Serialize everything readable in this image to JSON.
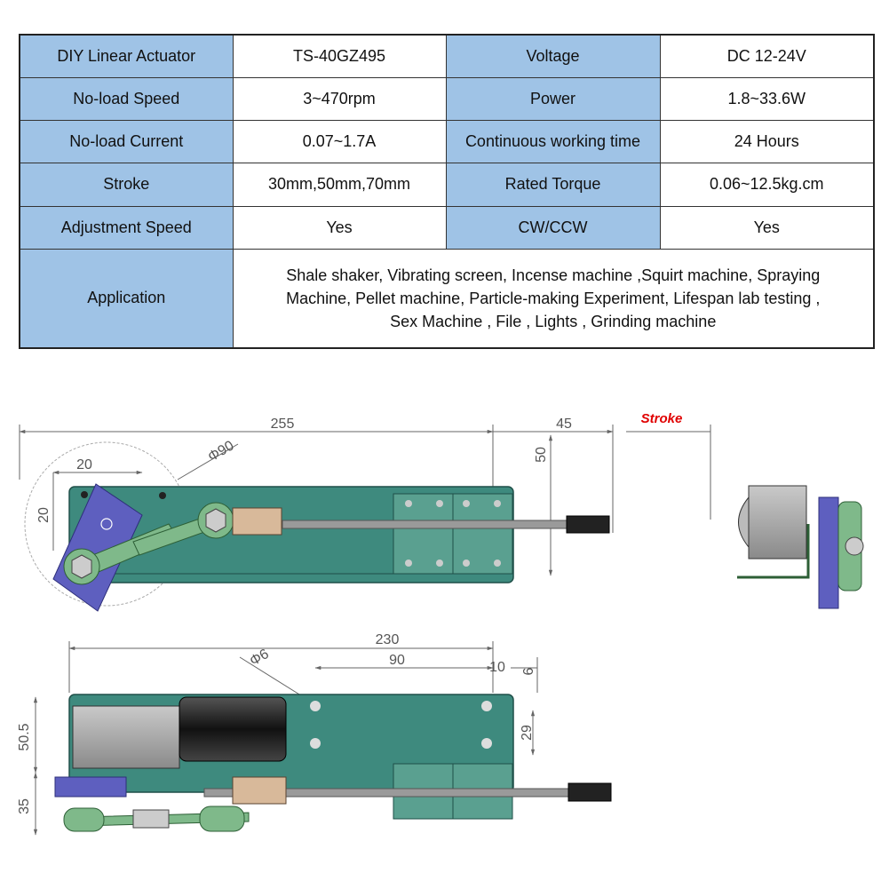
{
  "specs": {
    "rows": [
      {
        "label1": "DIY Linear Actuator",
        "value1": "TS-40GZ495",
        "label2": "Voltage",
        "value2": "DC 12-24V"
      },
      {
        "label1": "No-load Speed",
        "value1": "3~470rpm",
        "label2": "Power",
        "value2": "1.8~33.6W"
      },
      {
        "label1": "No-load Current",
        "value1": "0.07~1.7A",
        "label2": "Continuous working time",
        "value2": "24 Hours"
      },
      {
        "label1": "Stroke",
        "value1": "30mm,50mm,70mm",
        "label2": "Rated Torque",
        "value2": "0.06~12.5kg.cm"
      },
      {
        "label1": "Adjustment Speed",
        "value1": "Yes",
        "label2": "CW/CCW",
        "value2": "Yes"
      }
    ],
    "application": {
      "label": "Application",
      "lines": [
        "Shale shaker,  Vibrating screen,  Incense machine ,Squirt machine, Spraying",
        "Machine, Pellet machine, Particle-making Experiment, Lifespan lab testing ,",
        "Sex Machine , File , Lights , Grinding machine"
      ]
    }
  },
  "drawing": {
    "top_view": {
      "dim_length": "255",
      "dim_extension": "45",
      "stroke_label": "Stroke",
      "dim_height": "50",
      "dim_diameter": "Φ90",
      "dim_offset_x": "20",
      "dim_offset_y": "20"
    },
    "side_view": {
      "dim_length": "230",
      "dim_hole_diameter": "Φ6",
      "dim_hole_spacing": "90",
      "dim_end_offset": "10",
      "dim_end_small": "6",
      "dim_hole_height": "29",
      "dim_body_height": "50.5",
      "dim_bottom": "35"
    },
    "colors": {
      "plate": "#3e8a7e",
      "plate_dark": "#2d6b61",
      "motor_mount": "#5e5fbf",
      "link": "#7fb98a",
      "rod": "#9a9a9a",
      "stroke_text": "#e00000"
    }
  }
}
